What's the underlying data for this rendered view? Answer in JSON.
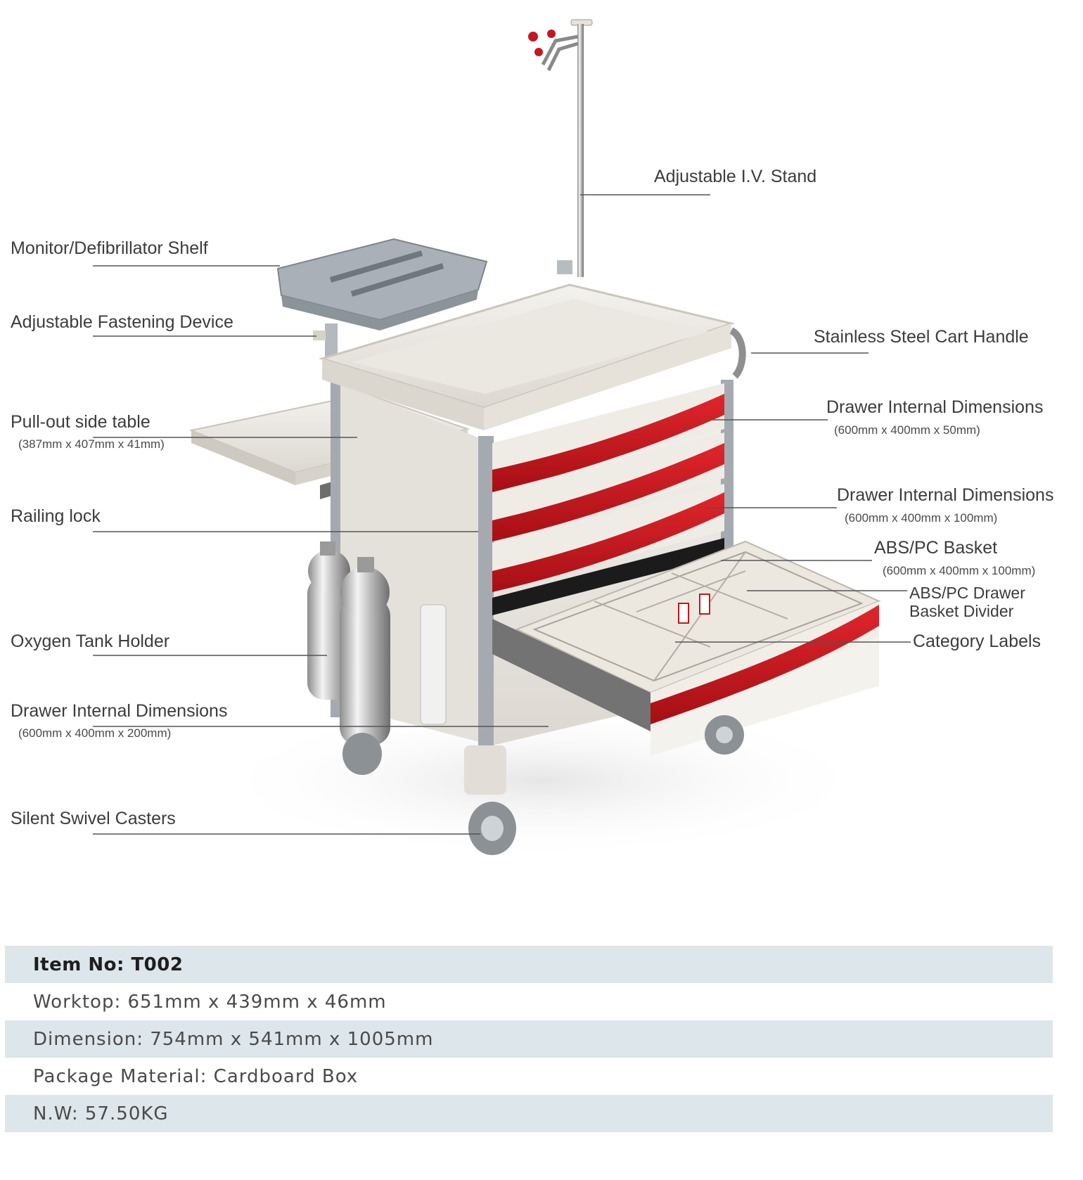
{
  "callouts": {
    "iv_stand": "Adjustable I.V. Stand",
    "monitor_shelf": "Monitor/Defibrillator Shelf",
    "fastening_device": "Adjustable Fastening Device",
    "cart_handle": "Stainless Steel Cart Handle",
    "side_table": "Pull-out side table",
    "side_table_dims": "(387mm x  407mm x 41mm)",
    "drawer1": "Drawer Internal Dimensions",
    "drawer1_dims": "(600mm x  400mm x 50mm)",
    "drawer2": "Drawer Internal Dimensions",
    "drawer2_dims": "(600mm x  400mm x 100mm)",
    "railing_lock": "Railing lock",
    "basket": "ABS/PC Basket",
    "basket_dims": "(600mm x  400mm x 100mm)",
    "divider_line1": "ABS/PC Drawer",
    "divider_line2": "Basket Divider",
    "category_labels": "Category Labels",
    "oxygen_holder": "Oxygen Tank Holder",
    "drawer3": "Drawer Internal Dimensions",
    "drawer3_dims": "(600mm x  400mm x 200mm)",
    "casters": "Silent Swivel Casters"
  },
  "specs": {
    "item_no": "Item No:  T002",
    "worktop": "Worktop:  651mm x 439mm x 46mm",
    "dimension": "Dimension:  754mm x 541mm x 1005mm",
    "package": "Package Material:  Cardboard Box",
    "nw": "N.W:  57.50KG"
  },
  "colors": {
    "accent_red": "#c8161d",
    "body_cream": "#ece9e3",
    "frame_gray": "#9aa0a6",
    "spec_row_shade": "#dde6ea"
  }
}
